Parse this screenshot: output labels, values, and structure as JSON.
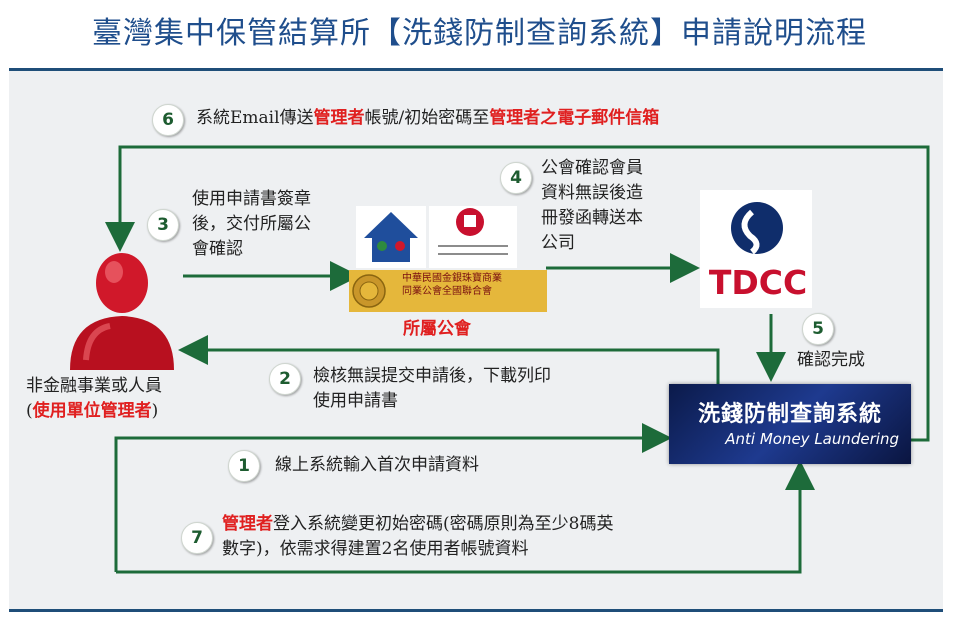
{
  "title": "臺灣集中保管結算所【洗錢防制查詢系統】申請說明流程",
  "steps": {
    "s1": {
      "num": "1",
      "text": "線上系統輸入首次申請資料"
    },
    "s2": {
      "num": "2",
      "line1": "檢核無誤提交申請後，下載列印",
      "line2": "使用申請書"
    },
    "s3": {
      "num": "3",
      "line1": "使用申請書簽章",
      "line2": "後，交付所屬公",
      "line3": "會確認"
    },
    "s4": {
      "num": "4",
      "line1": "公會確認會員",
      "line2": "資料無誤後造",
      "line3": "冊發函轉送本",
      "line4": "公司"
    },
    "s5": {
      "num": "5",
      "text": "確認完成"
    },
    "s6": {
      "num": "6",
      "pre": "系統Email傳送",
      "red1": "管理者",
      "mid": "帳號/初始密碼至",
      "red2": "管理者之電子郵件信箱"
    },
    "s7": {
      "num": "7",
      "red": "管理者",
      "line1": "登入系統變更初始密碼(密碼原則為至少8碼英",
      "line2": "數字)，依需求得建置2名使用者帳號資料"
    }
  },
  "user": {
    "line1": "非金融事業或人員",
    "paren_open": "(",
    "red": "使用單位管理者",
    "paren_close": ")"
  },
  "union": {
    "label": "所屬公會",
    "seal_line1": "中華民國金銀珠寶商業",
    "seal_line2": "同業公會全國聯合會"
  },
  "tdcc": {
    "text": "TDCC"
  },
  "aml": {
    "cn": "洗錢防制查詢系統",
    "en": "Anti Money Laundering"
  },
  "colors": {
    "arrow": "#1d6b3a",
    "red": "#e02020",
    "title": "#1f4e8c"
  }
}
